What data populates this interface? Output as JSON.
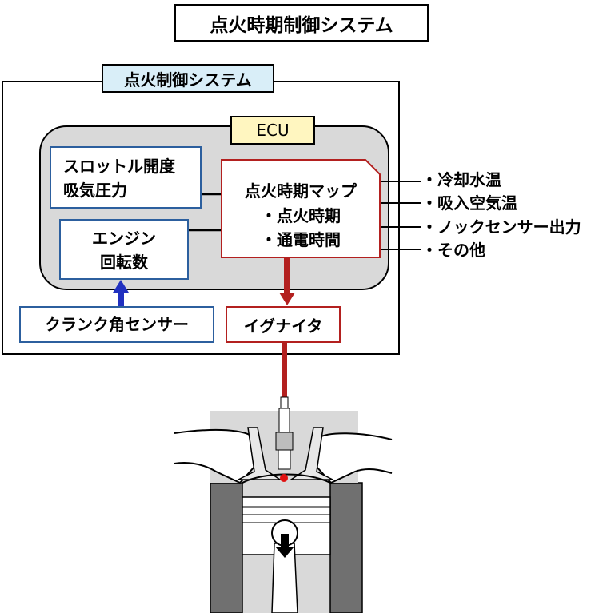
{
  "title": "点火時期制御システム",
  "system_label": "点火制御システム",
  "ecu_label": "ECU",
  "throttle": {
    "line1": "スロットル開度",
    "line2": "吸気圧力"
  },
  "engine": {
    "line1": "エンジン",
    "line2": "回転数"
  },
  "crank_sensor": "クランク角センサー",
  "map": {
    "title": "点火時期マップ",
    "item1": "・点火時期",
    "item2": "・通電時間"
  },
  "igniter": "イグナイタ",
  "inputs": [
    "・冷却水温",
    "・吸入空気温",
    "・ノックセンサー出力",
    "・その他"
  ],
  "colors": {
    "blue_border": "#2c5f9e",
    "red_border": "#b3201f",
    "ecu_panel": "#d9d9d9",
    "label_blue": "#d9eef8",
    "label_yellow": "#fff6c0"
  }
}
